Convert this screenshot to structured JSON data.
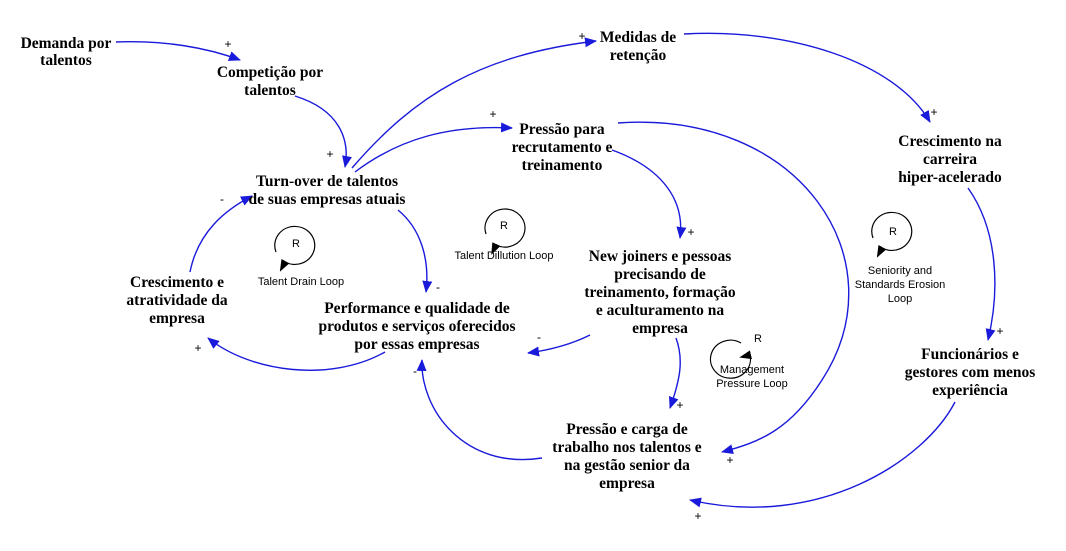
{
  "nodes": {
    "demanda": [
      "Demanda por",
      "talentos"
    ],
    "competicao": [
      "Competição por",
      "talentos"
    ],
    "turnover": [
      "Turn-over de talentos",
      "de suas empresas atuais"
    ],
    "crescimento_empresa": [
      "Crescimento e",
      "atratividade da",
      "empresa"
    ],
    "performance": [
      "Performance e qualidade de",
      "produtos e serviços oferecidos",
      "por essas empresas"
    ],
    "medidas": [
      "Medidas de",
      "retenção"
    ],
    "pressao_recrutamento": [
      "Pressão para",
      "recrutamento e",
      "treinamento"
    ],
    "new_joiners": [
      "New joiners e pessoas",
      "precisando de",
      "treinamento, formação",
      "e aculturamento na",
      "empresa"
    ],
    "pressao_carga": [
      "Pressão e carga de",
      "trabalho nos talentos e",
      "na gestão senior da",
      "empresa"
    ],
    "crescimento_carreira": [
      "Crescimento na",
      "carreira",
      "hiper-acelerado"
    ],
    "funcionarios": [
      "Funcionários e",
      "gestores com menos",
      "experiência"
    ]
  },
  "loops": {
    "talent_drain": {
      "marker": "R",
      "label": [
        "Talent Drain Loop"
      ]
    },
    "talent_dilution": {
      "marker": "R",
      "label": [
        "Talent Dillution Loop"
      ]
    },
    "management_pressure": {
      "marker": "R",
      "label": [
        "Management",
        "Pressure Loop"
      ]
    },
    "seniority": {
      "marker": "R",
      "label": [
        "Seniority and",
        "Standards Erosion",
        "Loop"
      ]
    }
  },
  "links": [
    {
      "from": "demanda",
      "to": "competicao",
      "polarity": "+"
    },
    {
      "from": "competicao",
      "to": "turnover",
      "polarity": "+"
    },
    {
      "from": "turnover",
      "to": "medidas",
      "polarity": "+"
    },
    {
      "from": "turnover",
      "to": "pressao_recrutamento",
      "polarity": "+"
    },
    {
      "from": "turnover",
      "to": "performance",
      "polarity": "-"
    },
    {
      "from": "crescimento_empresa",
      "to": "turnover",
      "polarity": "-"
    },
    {
      "from": "performance",
      "to": "crescimento_empresa",
      "polarity": "+"
    },
    {
      "from": "pressao_recrutamento",
      "to": "new_joiners",
      "polarity": "+"
    },
    {
      "from": "pressao_recrutamento",
      "to": "pressao_carga",
      "polarity": "+"
    },
    {
      "from": "new_joiners",
      "to": "performance",
      "polarity": "-"
    },
    {
      "from": "new_joiners",
      "to": "pressao_carga",
      "polarity": "+"
    },
    {
      "from": "pressao_carga",
      "to": "performance",
      "polarity": "-"
    },
    {
      "from": "medidas",
      "to": "crescimento_carreira",
      "polarity": "+"
    },
    {
      "from": "crescimento_carreira",
      "to": "funcionarios",
      "polarity": "+"
    },
    {
      "from": "funcionarios",
      "to": "pressao_carga",
      "polarity": "+"
    }
  ],
  "colors": {
    "link": "#1a1adb",
    "text": "#000000"
  }
}
